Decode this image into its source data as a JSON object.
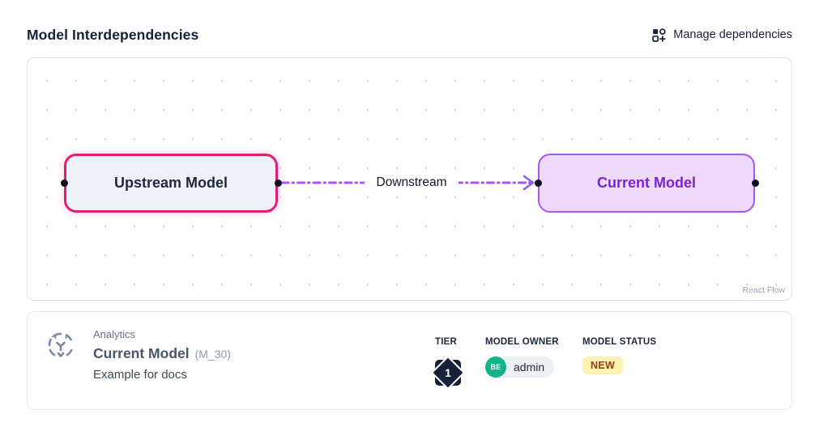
{
  "header": {
    "title": "Model Interdependencies",
    "manage_button_label": "Manage dependencies"
  },
  "canvas": {
    "nodes": [
      {
        "id": "upstream",
        "label": "Upstream Model"
      },
      {
        "id": "current",
        "label": "Current Model"
      }
    ],
    "edge": {
      "label": "Downstream",
      "direction": "upstream-to-current"
    },
    "attribution": "React Flow"
  },
  "details": {
    "category": "Analytics",
    "model_name": "Current Model",
    "model_code": "(M_30)",
    "description": "Example for docs",
    "tier": {
      "label": "TIER",
      "value": "1"
    },
    "owner": {
      "label": "MODEL OWNER",
      "avatar_initials": "BE",
      "name": "admin"
    },
    "status": {
      "label": "MODEL STATUS",
      "value": "NEW"
    }
  },
  "colors": {
    "upstream_node_border": "#e11d74",
    "upstream_node_fill": "#eef1f6",
    "current_node_border": "#a855f7",
    "current_node_fill": "#ecd9fc",
    "current_node_text": "#7e22ce",
    "edge_stroke": "#a855f7",
    "tier_badge": "#16213a",
    "owner_avatar": "#10b488",
    "status_pill_bg": "#fdf3b0",
    "status_pill_text": "#963a10",
    "text_primary": "#1e293b",
    "text_muted": "#64748b"
  }
}
